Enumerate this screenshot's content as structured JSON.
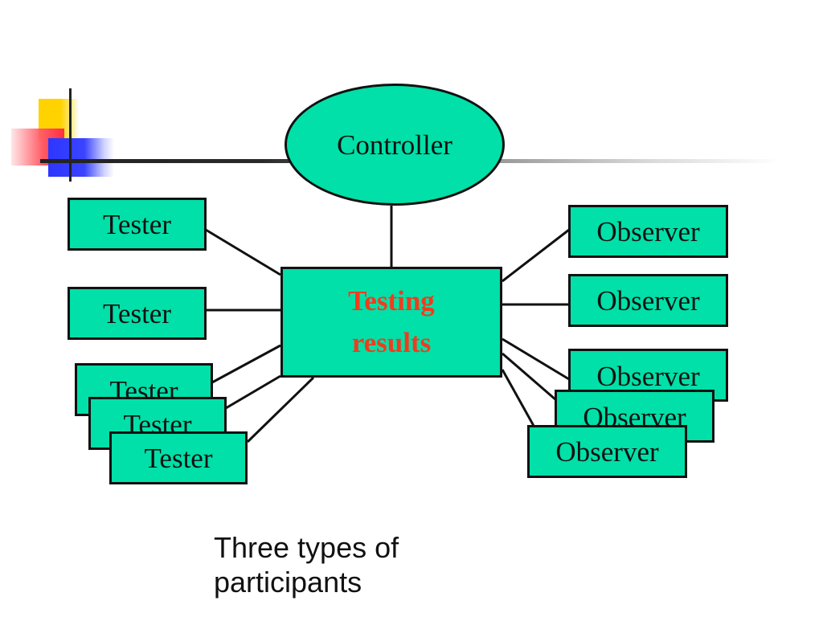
{
  "diagram": {
    "controller_label": "Controller",
    "center_label_line1": "Testing",
    "center_label_line2": "results",
    "tester_label": "Tester",
    "observer_label": "Observer",
    "caption_line1": "Three types of",
    "caption_line2": "participants"
  },
  "colors": {
    "node_fill": "#00e0a8",
    "center_text": "#f03c1e",
    "outline": "#111111"
  }
}
